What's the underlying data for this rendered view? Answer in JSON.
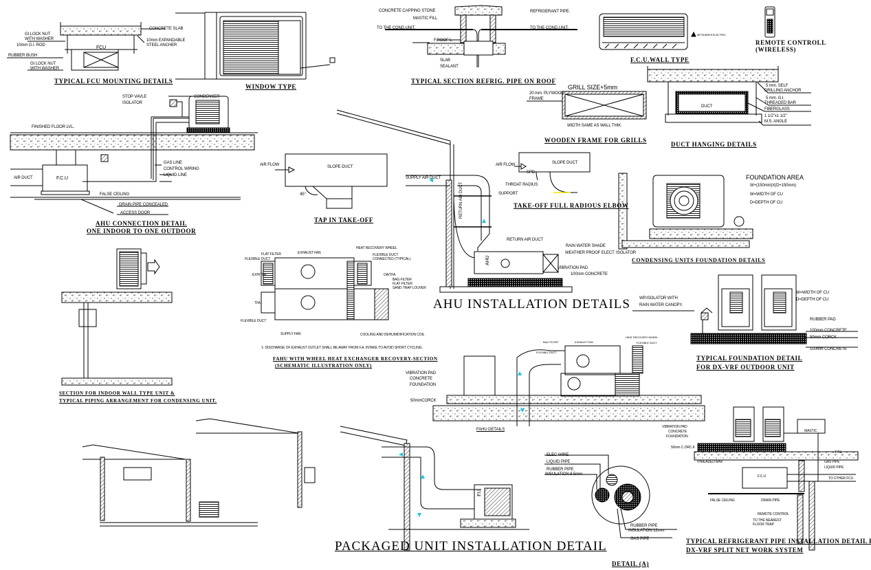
{
  "fcu_mounting": {
    "title": "TYPICAL FCU MOUNTING DETAILS",
    "labels": [
      "GI LOCK NUT",
      "WITH WASHER",
      "10mm G.I. ROD",
      "RUBBER BUSH",
      "GI LOCK NUT",
      "WITH WASHER",
      "CONCRETE SLAB",
      "10mm EXPANDABLE",
      "STEEL ANCHER",
      "FCU"
    ]
  },
  "window_type": {
    "title": "WINDOW TYPE"
  },
  "roof_pipe": {
    "title": "TYPICAL SECTION REFRIG. PIPE ON ROOF",
    "labels": [
      "CONCRETE CAPPING STONE",
      "MASTIC FILL",
      "TO THE COND.UNIT.",
      "F.ROOF L.",
      "SLAB",
      "SEALANT",
      "REFRIGERANT PIPE.",
      "TO THE COND.UNIT."
    ]
  },
  "fcu_wall": {
    "title": "F.C.U.WALL TYPE",
    "brand": "MITSUBISHI ELECTRIC"
  },
  "remote": {
    "title_line1": "REMOTE CONTROLL",
    "title_line2": "(WIRELESS)"
  },
  "grill_frame": {
    "title": "WOODEN FRAME FOR GRILLS",
    "labels": [
      "GRILL SIZE+5mm",
      "20 mm. PLYWOOD",
      "FRAME",
      "WIDTH SAME AS WALL THIK."
    ]
  },
  "duct_hanging": {
    "title": "DUCT HANGING DETAILS",
    "labels": [
      "5 mm. SELF",
      "DRILLING ANCHOR",
      "5 mm. G.I.",
      "THREADED BAR",
      "FIBERGLASS",
      "1 1/2\"x1 1/2\"",
      "M.S. ANGLE",
      "DUCT"
    ]
  },
  "ahu_connection": {
    "title_line1": "AHU CONNECTION DETAIL",
    "title_line2": "ONE INDOOR TO ONE OUTDOOR",
    "labels": [
      "STOP VAVLE",
      "ISOLATOR",
      "CONDENSER",
      "FINISHED FLOOR LVL.",
      "GAS LINE",
      "CONTROL WIRING",
      "LIQUID LINE",
      "AIR DUCT",
      "F.C.U",
      "FALSE CEILING",
      "DRAIN PIPE CONCEALED",
      "ACCESS DOOR"
    ]
  },
  "tap_takeoff": {
    "title": "TAP IN TAKE-OFF",
    "labels": [
      "AIR FLOW",
      "SLOPE DUCT",
      "45°"
    ]
  },
  "elbow": {
    "title": "TAKE-OFF FULL RADIOUS ELBOW",
    "labels": [
      "AIR FLOW",
      "SPD",
      "SLOPE DUCT",
      "THROAT RADIUS"
    ]
  },
  "ahu_install": {
    "title": "AHU INSTALLATION DETAILS",
    "labels": [
      "SUPPLY AIR DUCT",
      "SUPPORT",
      "RETURN AIR DUCT",
      "RETURN AIR DUCT",
      "RAIN WATER SHADE",
      "WEATHER PROOF ELECT. ISOLATOR",
      "VIBRATION PAD",
      "100mm CONCRETE",
      "AHU"
    ]
  },
  "condensing_foundation": {
    "title": "CONDENSING UNITS FOUNDATION DETAILS",
    "labels": [
      "FOUNDATION AREA",
      "W+(150mm)X(D+150mm)",
      "W=WIDTH OF CU",
      "D=DEPTH OF CU"
    ]
  },
  "wall_type_section": {
    "title_line1": "SECTION FOR INDOOR WALL TYPE UNIT &",
    "title_line2": "TYPICAL PIPING ARRANGEMENT FOR CONDENSING UNIT."
  },
  "fahu_wheel": {
    "title_line1": "FAHU WITH WHEEL HEAT EXCHANGER RECOVERY-SECTION",
    "title_line2": "(SCHEMATIC ILLUSTRATION ONLY)",
    "note": "1- DISCHARGE OF EXHAUST OUTLET SHALL BE AWAY FROM F.A. INTAKE TO AVOID SHORT CYCLING.",
    "labels": [
      "FLEXIBLE DUCT",
      "FLAT FILTER",
      "EXHAUST FAN",
      "HEAT RECOVERY WHEEL",
      "FLEXIBLE DUCT",
      "CONNECTED (TYPICAL)",
      "OA/TFA",
      "EXH/TFA",
      "BAG FILTER",
      "FLAT FILTER",
      "SAND TRAP LOUVER",
      "TFA",
      "FLEXIBLE DUCT",
      "SUPPLY FAN",
      "COOLING AND DEHUMIDIFICATION COIL"
    ]
  },
  "vrf_foundation": {
    "title_line1": "TYPICAL FOUNDATION DETAIL",
    "title_line2": "FOR DX-VRF OUTDOOR UNIT",
    "labels": [
      "WP.ISOLATOR WITH",
      "RAIN WATER CANOPY.",
      "W=WIDTH OF CU",
      "D=DEPTH OF CU",
      "RUBBER PAD",
      "100mm CONCRETE",
      "50mm CORCK",
      "100mm CONCRETE"
    ]
  },
  "fahu_details": {
    "title": "FAHU DETAILS",
    "labels": [
      "VIBRATION PAD",
      "CONCRETE",
      "FOUNDATION",
      "50mmCORCK",
      "BAG FILTER",
      "FLEXIBLE DUCT",
      "EXHAUST FAN",
      "HEAT RECOVERY WHEEL",
      "FLEXIBLE DUCT"
    ]
  },
  "packaged_unit": {
    "title": "PACKAGED UNIT INSTALLATION DETAIL",
    "unit_label": "P.U."
  },
  "detail_a": {
    "title": "DETAIL (A)",
    "labels": [
      "ELEC WIRE",
      "LIQUID PIPE",
      "RUBBER PIPE",
      "INSULATION 9.5mm",
      "RUBBER PIPE",
      "INSULATION 12mm",
      "GAS PIPE"
    ]
  },
  "vrf_pipe": {
    "title_line1": "TYPICAL REFRIGERANT PIPE INSTALLATION DETAIL FOR",
    "title_line2": "DX-VRF SPLIT NET WORK SYSTEM",
    "labels": [
      "VIBRATION PAD",
      "CONCRETE",
      "FOUNDATION",
      "50mm C.ORC.K",
      "THREADED BAR",
      "MASTIC",
      "F.F.L",
      "GAS PIPE",
      "LIQUID PIPE",
      "TO OTHER FCU",
      "F.C.U",
      "FALSE CEILING",
      "DRAIN PIPE",
      "REMOTE CONTROL",
      "TO THE NEAREST",
      "FLOOR TRAP"
    ]
  }
}
